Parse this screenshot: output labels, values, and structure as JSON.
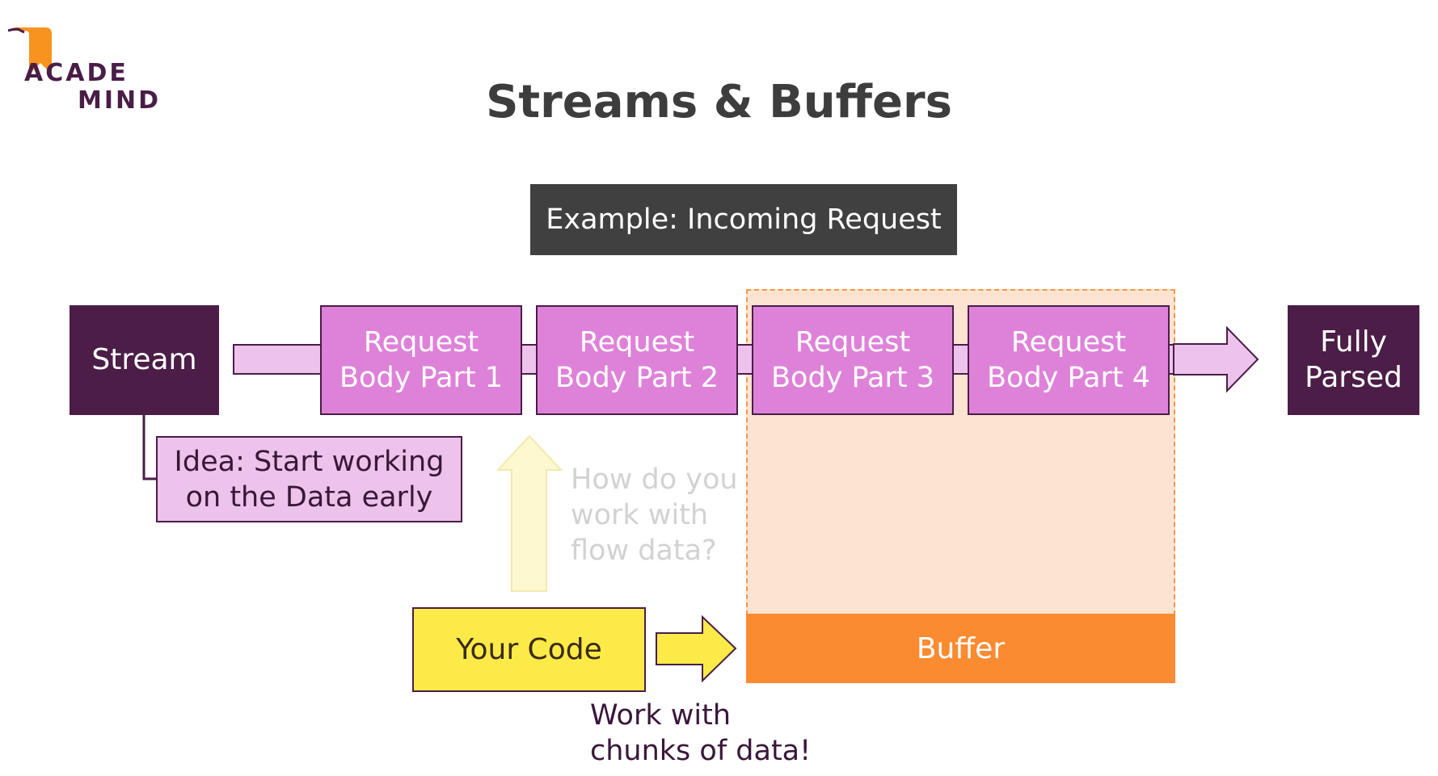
{
  "logo": {
    "line1": "ACADE",
    "line2": "MIND",
    "accent_color": "#f7931e",
    "text_color": "#4a1d47"
  },
  "title": "Streams & Buffers",
  "example_label": "Example: Incoming Request",
  "stream_label": "Stream",
  "parts": [
    {
      "line1": "Request",
      "line2": "Body Part 1"
    },
    {
      "line1": "Request",
      "line2": "Body Part 2"
    },
    {
      "line1": "Request",
      "line2": "Body Part 3"
    },
    {
      "line1": "Request",
      "line2": "Body Part 4"
    }
  ],
  "fully_parsed": {
    "line1": "Fully",
    "line2": "Parsed"
  },
  "idea": {
    "line1": "Idea: Start working",
    "line2": "on the Data early"
  },
  "question": {
    "line1": "How do you",
    "line2": "work with",
    "line3": "flow data?"
  },
  "your_code_label": "Your Code",
  "buffer_label": "Buffer",
  "chunks": {
    "line1": "Work with",
    "line2": "chunks of data!"
  },
  "colors": {
    "dark_purple": "#4b1d47",
    "pink": "#de82d9",
    "light_pink": "#edc3ec",
    "buffer_orange": "#fb8b31",
    "buffer_area": "#fde4d2",
    "code_yellow": "#fbea48",
    "header_gray": "#404040"
  }
}
